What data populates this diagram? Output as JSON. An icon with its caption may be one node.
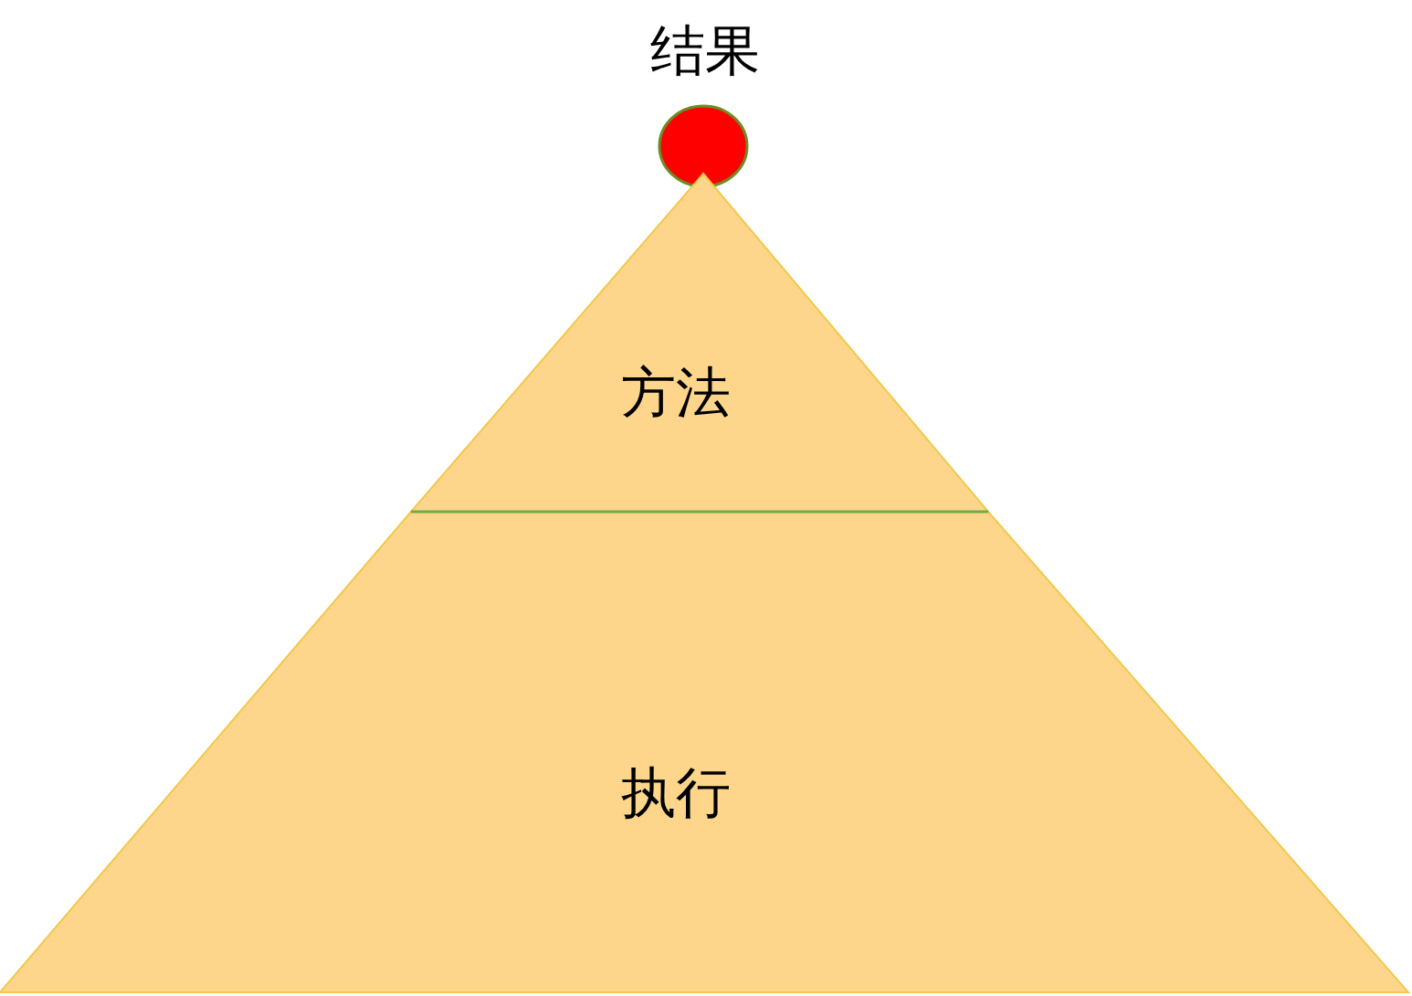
{
  "diagram": {
    "nodes": [
      {
        "text": [
          "结果"
        ]
      },
      {
        "text": [
          "方法"
        ]
      },
      {
        "text": [
          "执行"
        ]
      }
    ]
  }
}
